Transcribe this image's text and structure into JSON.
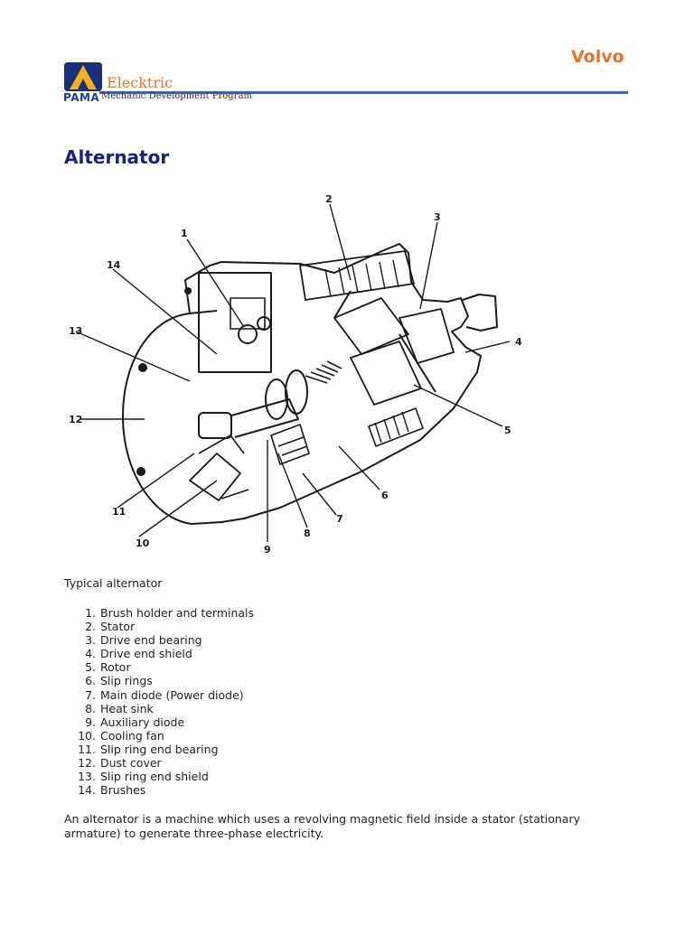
{
  "header": {
    "brand": "Volvo",
    "logo_text": "Elecktric",
    "logo_sub": "PAMA",
    "tagline": "Mechanic Development Program"
  },
  "page": {
    "title": "Alternator",
    "caption": "Typical alternator",
    "description": "An alternator is a machine which uses a revolving magnetic field inside a stator (stationary armature) to generate three-phase electricity."
  },
  "figure": {
    "callouts": [
      "1",
      "2",
      "3",
      "4",
      "5",
      "6",
      "7",
      "8",
      "9",
      "10",
      "11",
      "12",
      "13",
      "14"
    ]
  },
  "parts": [
    {
      "num": "1.",
      "label": "Brush holder and terminals"
    },
    {
      "num": "2.",
      "label": "Stator"
    },
    {
      "num": "3.",
      "label": "Drive end bearing"
    },
    {
      "num": "4.",
      "label": "Drive end shield"
    },
    {
      "num": "5.",
      "label": "Rotor"
    },
    {
      "num": "6.",
      "label": "Slip rings"
    },
    {
      "num": "7.",
      "label": "Main diode (Power diode)"
    },
    {
      "num": "8.",
      "label": "Heat sink"
    },
    {
      "num": "9.",
      "label": "Auxiliary diode"
    },
    {
      "num": "10.",
      "label": "Cooling fan"
    },
    {
      "num": "11.",
      "label": "Slip ring end bearing"
    },
    {
      "num": "12.",
      "label": "Dust cover"
    },
    {
      "num": "13.",
      "label": "Slip ring end shield"
    },
    {
      "num": "14.",
      "label": "Brushes"
    }
  ],
  "colors": {
    "brand": "#e8742a",
    "logo_bg": "#1a2f7a",
    "logo_accent": "#f2b21c",
    "rule": "#3a5fd8",
    "title": "#1a2080"
  }
}
